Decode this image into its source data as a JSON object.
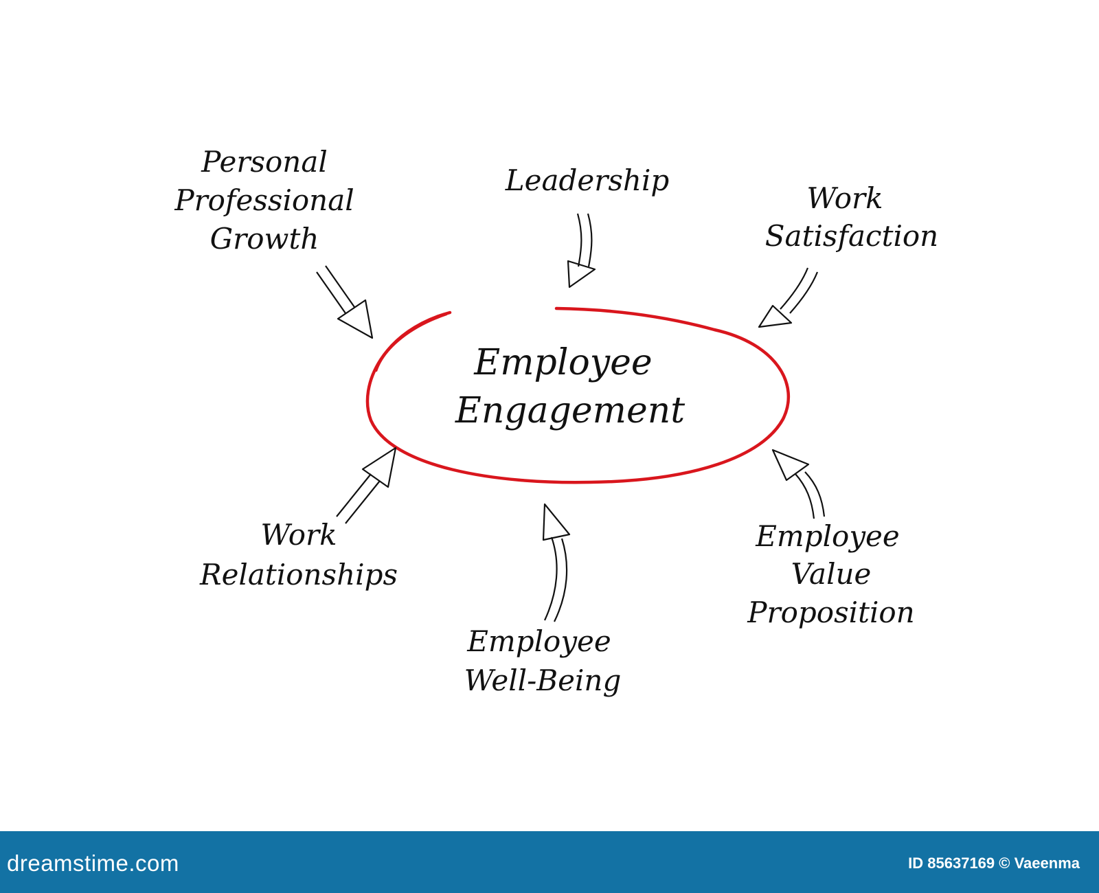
{
  "diagram": {
    "center": [
      "Employee",
      "Engagement"
    ],
    "accent_color": "#d9161d",
    "nodes": [
      {
        "id": "personal-professional-growth",
        "lines": [
          "Personal",
          "Professional",
          "Growth"
        ]
      },
      {
        "id": "leadership",
        "lines": [
          "Leadership"
        ]
      },
      {
        "id": "work-satisfaction",
        "lines": [
          "Work",
          "Satisfaction"
        ]
      },
      {
        "id": "work-relationships",
        "lines": [
          "Work",
          "Relationships"
        ]
      },
      {
        "id": "employee-well-being",
        "lines": [
          "Employee",
          "Well-Being"
        ]
      },
      {
        "id": "employee-value-proposition",
        "lines": [
          "Employee",
          "Value",
          "Proposition"
        ]
      }
    ]
  },
  "footer": {
    "brand": "dreamstime.com",
    "credit": "ID 85637169 © Vaeenma",
    "background_color": "#1372a4"
  }
}
